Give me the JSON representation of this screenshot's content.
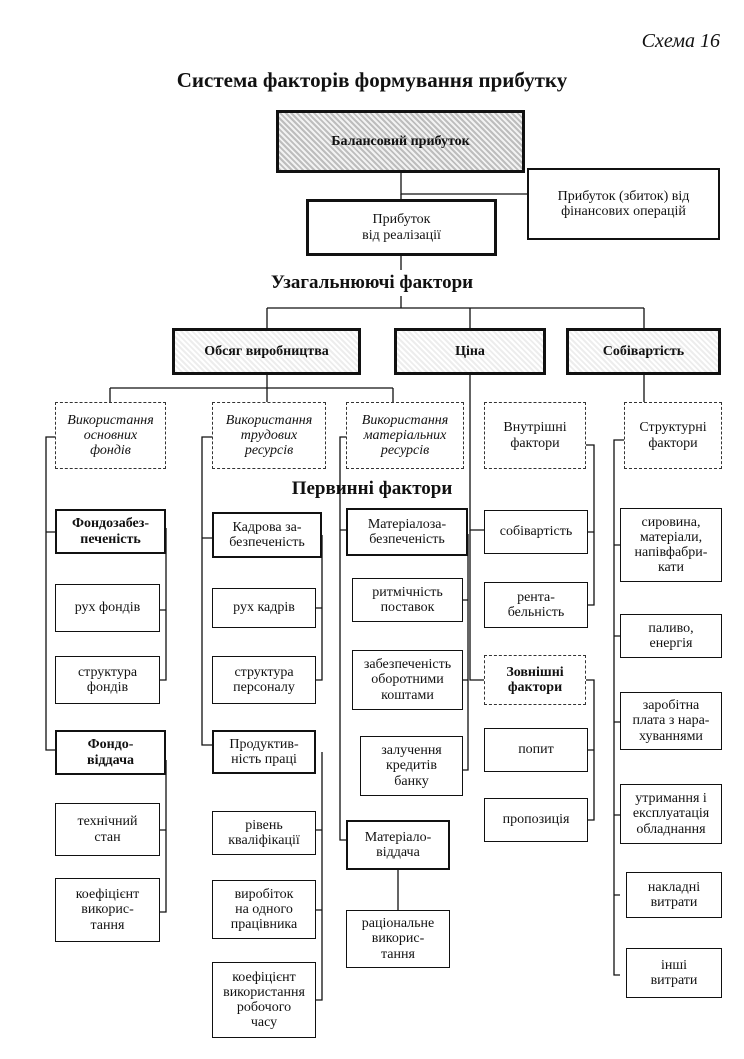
{
  "schema_label": "Схема 16",
  "title": "Система факторів формування прибутку",
  "headers": {
    "generalizing": "Узагальнюючі фактори",
    "primary": "Первинні фактори"
  },
  "top": {
    "balance": "Балансовий прибуток",
    "sales": "Прибуток\nвід реалізації",
    "financial": "Прибуток (збиток) від\nфінансових операцій"
  },
  "general": {
    "volume": "Обсяг виробництва",
    "price": "Ціна",
    "cost": "Собівартість"
  },
  "categories": {
    "fixed_assets": "Використання\nосновних\nфондів",
    "labor": "Використання\nтрудових\nресурсів",
    "materials": "Використання\nматеріальних\nресурсів",
    "internal": "Внутрішні\nфактори",
    "external": "Зовнішні\nфактори",
    "structural": "Структурні\nфактори"
  },
  "fixed_assets": {
    "equipment_supply": "Фондозабез-\nпеченість",
    "fund_movement": "рух фондів",
    "fund_structure": "структура\nфондів",
    "capital_productivity": "Фондо-\nвіддача",
    "tech_condition": "технічний\nстан",
    "usage_ratio": "коефіцієнт\nвикорис-\nтання"
  },
  "labor": {
    "staffing": "Кадрова за-\nбезпеченість",
    "staff_movement": "рух кадрів",
    "staff_structure": "структура\nперсоналу",
    "productivity": "Продуктив-\nність праці",
    "qualification": "рівень\nкваліфікації",
    "output_per_worker": "виробіток\nна одного\nпрацівника",
    "worktime_ratio": "коефіцієнт\nвикористання\nробочого\nчасу"
  },
  "materials": {
    "material_supply": "Матеріалоза-\nбезпеченість",
    "delivery_rhythm": "ритмічність\nпоставок",
    "working_capital": "забезпеченість\nоборотними\nкоштами",
    "bank_credits": "залучення\nкредитів\nбанку",
    "material_return": "Матеріало-\nвіддача",
    "rational_use": "раціональне\nвикорис-\nтання"
  },
  "price_factors": {
    "cost_price": "собівартість",
    "profitability": "рента-\nбельність",
    "demand": "попит",
    "supply": "пропозиція"
  },
  "cost_factors": {
    "raw_materials": "сировина,\nматеріали,\nнапівфабри-\nкати",
    "fuel_energy": "паливо,\nенергія",
    "wages": "заробітна\nплата з нара-\nхуваннями",
    "maintenance": "утримання і\nексплуатація\nобладнання",
    "overhead": "накладні\nвитрати",
    "other": "інші\nвитрати"
  }
}
